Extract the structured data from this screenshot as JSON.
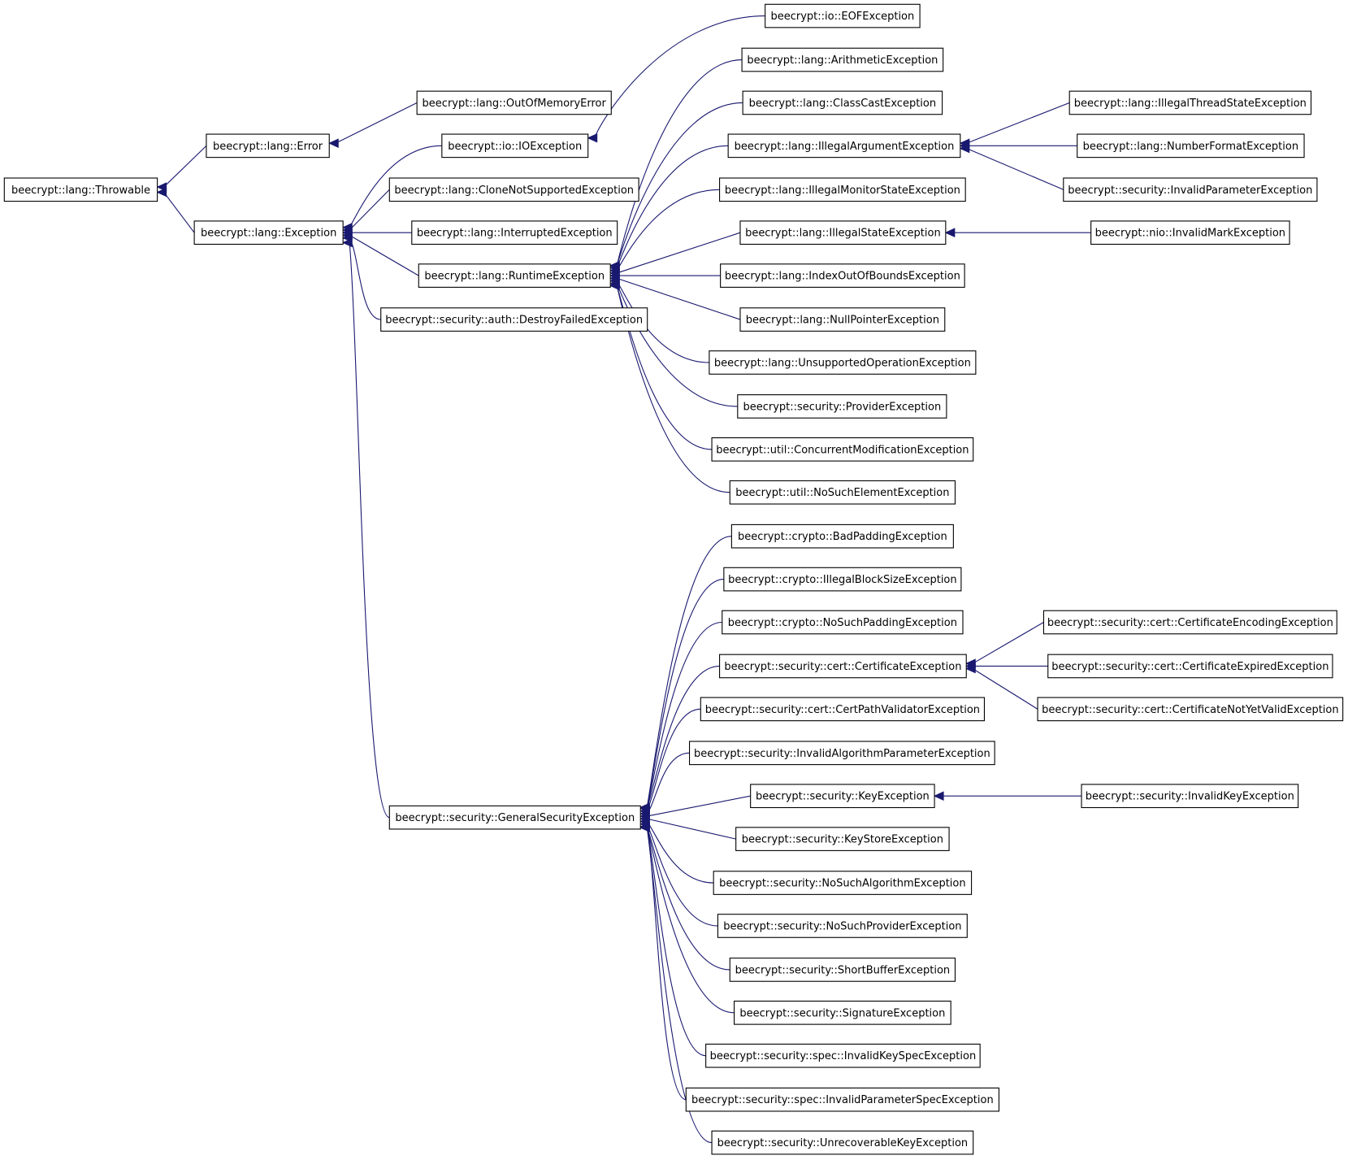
{
  "colors": {
    "edge": "#191970",
    "node_border": "#000000",
    "node_fill": "#ffffff",
    "text": "#000000"
  },
  "nodes": {
    "throwable": "beecrypt::lang::Throwable",
    "error": "beecrypt::lang::Error",
    "outofmemory": "beecrypt::lang::OutOfMemoryError",
    "exception": "beecrypt::lang::Exception",
    "ioexception": "beecrypt::io::IOException",
    "eofexception": "beecrypt::io::EOFException",
    "clonenotsupported": "beecrypt::lang::CloneNotSupportedException",
    "interrupted": "beecrypt::lang::InterruptedException",
    "runtime": "beecrypt::lang::RuntimeException",
    "destroyfailed": "beecrypt::security::auth::DestroyFailedException",
    "arithmetic": "beecrypt::lang::ArithmeticException",
    "classcast": "beecrypt::lang::ClassCastException",
    "illegalargument": "beecrypt::lang::IllegalArgumentException",
    "illegalthreadstate": "beecrypt::lang::IllegalThreadStateException",
    "numberformat": "beecrypt::lang::NumberFormatException",
    "invalidparameter": "beecrypt::security::InvalidParameterException",
    "illegalmonitorstate": "beecrypt::lang::IllegalMonitorStateException",
    "illegalstate": "beecrypt::lang::IllegalStateException",
    "invalidmark": "beecrypt::nio::InvalidMarkException",
    "indexoutofbounds": "beecrypt::lang::IndexOutOfBoundsException",
    "nullpointer": "beecrypt::lang::NullPointerException",
    "unsupportedoperation": "beecrypt::lang::UnsupportedOperationException",
    "provider": "beecrypt::security::ProviderException",
    "concurrentmodification": "beecrypt::util::ConcurrentModificationException",
    "nosuchelement": "beecrypt::util::NoSuchElementException",
    "generalsecurity": "beecrypt::security::GeneralSecurityException",
    "badpadding": "beecrypt::crypto::BadPaddingException",
    "illegalblocksize": "beecrypt::crypto::IllegalBlockSizeException",
    "nosuchpadding": "beecrypt::crypto::NoSuchPaddingException",
    "certificate": "beecrypt::security::cert::CertificateException",
    "certencoding": "beecrypt::security::cert::CertificateEncodingException",
    "certexpired": "beecrypt::security::cert::CertificateExpiredException",
    "certnotyetvalid": "beecrypt::security::cert::CertificateNotYetValidException",
    "certpathvalidator": "beecrypt::security::cert::CertPathValidatorException",
    "invalidalgparam": "beecrypt::security::InvalidAlgorithmParameterException",
    "key": "beecrypt::security::KeyException",
    "invalidkey": "beecrypt::security::InvalidKeyException",
    "keystore": "beecrypt::security::KeyStoreException",
    "nosuchalgorithm": "beecrypt::security::NoSuchAlgorithmException",
    "nosuchprovider": "beecrypt::security::NoSuchProviderException",
    "shortbuffer": "beecrypt::security::ShortBufferException",
    "signature": "beecrypt::security::SignatureException",
    "invalidkeyspec": "beecrypt::security::spec::InvalidKeySpecException",
    "invalidparamspec": "beecrypt::security::spec::InvalidParameterSpecException",
    "unrecoverablekey": "beecrypt::security::UnrecoverableKeyException"
  }
}
